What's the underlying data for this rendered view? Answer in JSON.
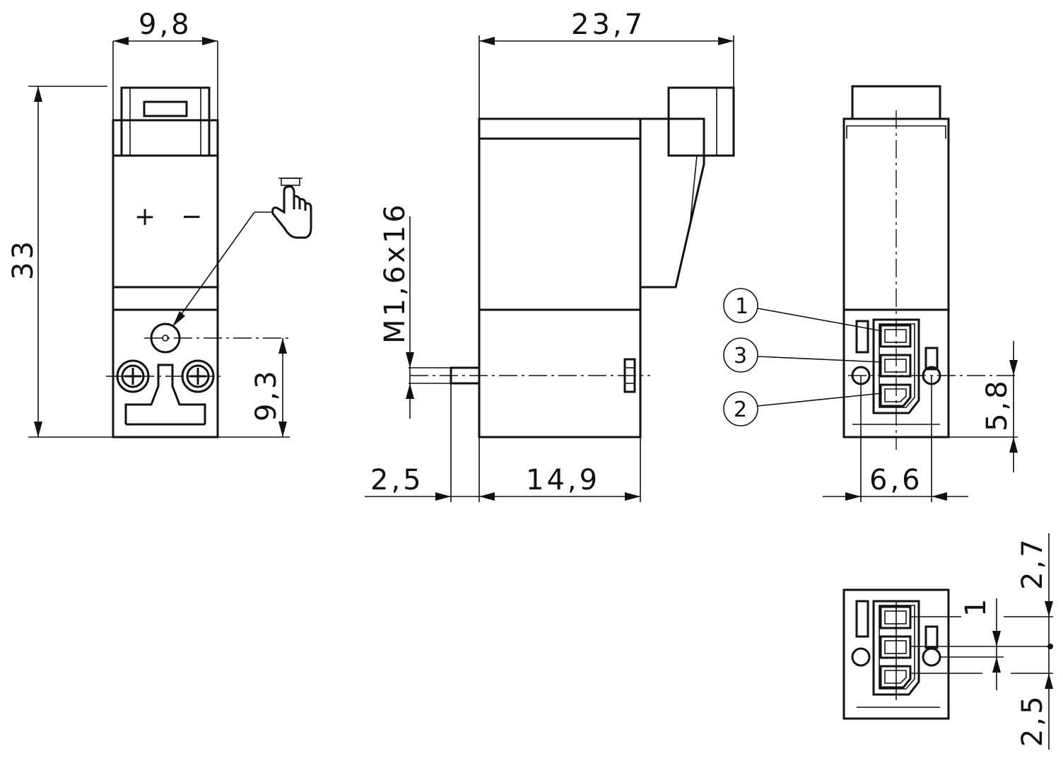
{
  "drawing": {
    "front_view": {
      "width": "9,8",
      "height": "33",
      "mount_offset": "9,3",
      "plus_sign": "+",
      "minus_sign": "−"
    },
    "side_view": {
      "overall_length": "23,7",
      "body_length": "14,9",
      "stem_length": "2,5",
      "thread": "M1,6x16"
    },
    "connector_view": {
      "pin_spacing": "6,6",
      "height_offset": "5,8",
      "callouts": [
        "1",
        "3",
        "2"
      ]
    },
    "detail_view": {
      "top_offset": "2,7",
      "pin_pitch": "1",
      "bottom_offset": "2,5"
    }
  }
}
